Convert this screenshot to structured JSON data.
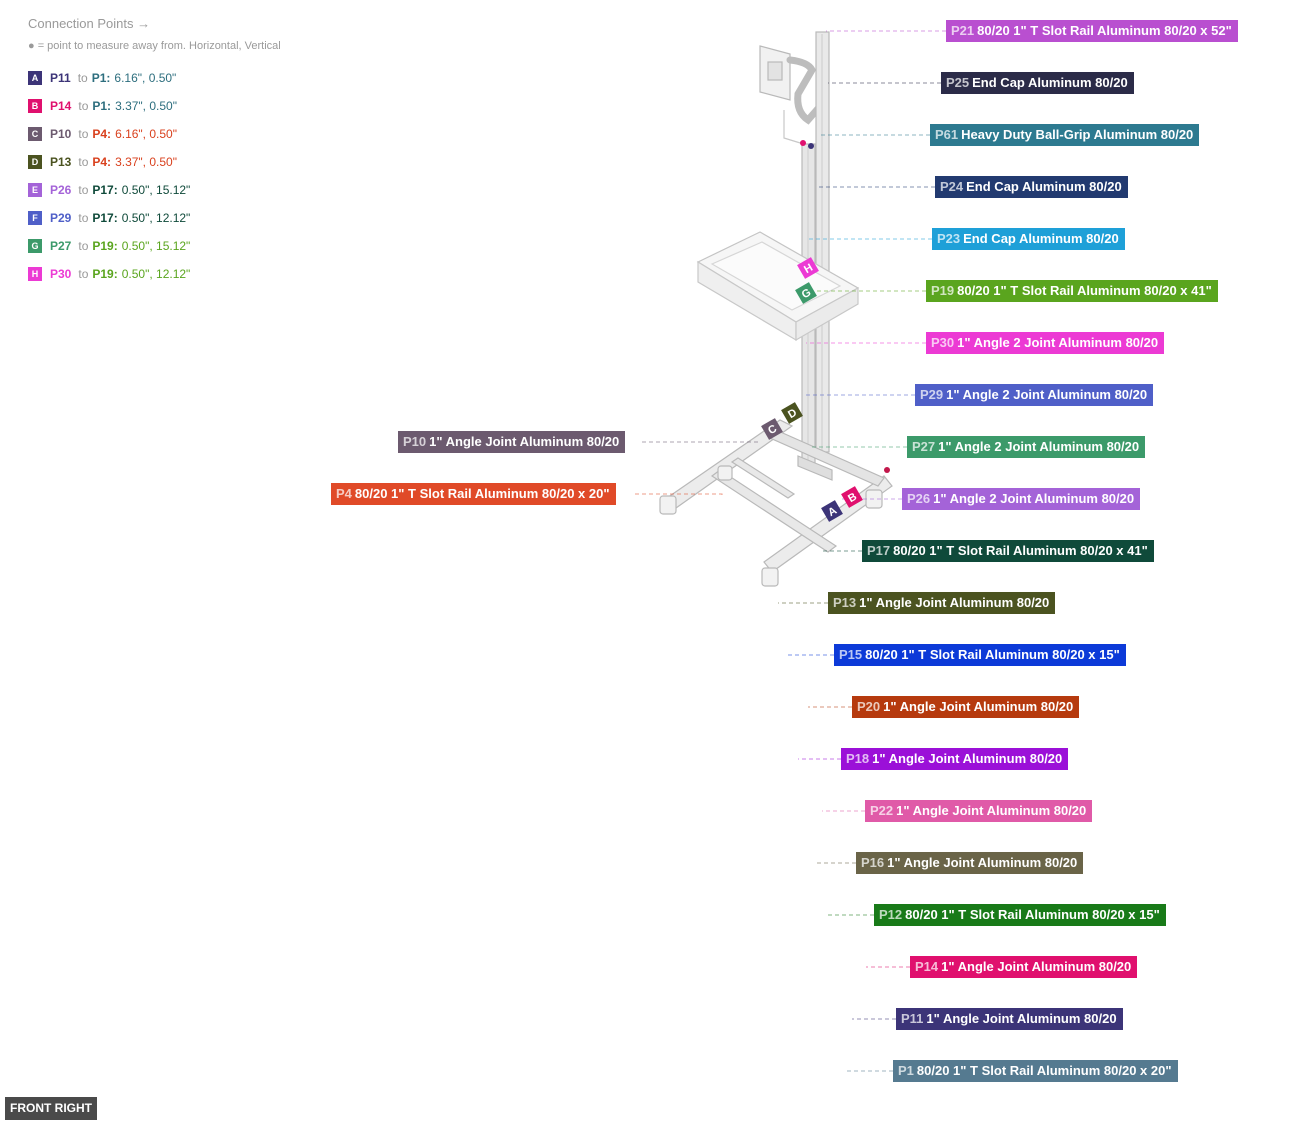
{
  "legend": {
    "title": "Connection Points →",
    "note": "● = point to measure away from. Horizontal, Vertical",
    "to_word": "to",
    "items": [
      {
        "letter": "A",
        "from": "P11",
        "target": "P1:",
        "dims": "6.16\", 0.50\"",
        "color": "#3c3478",
        "text_color": "#2d6e7e"
      },
      {
        "letter": "B",
        "from": "P14",
        "target": "P1:",
        "dims": "3.37\", 0.50\"",
        "color": "#e0106e",
        "text_color": "#2d6e7e"
      },
      {
        "letter": "C",
        "from": "P10",
        "target": "P4:",
        "dims": "6.16\", 0.50\"",
        "color": "#6c5a6f",
        "text_color": "#d9411e"
      },
      {
        "letter": "D",
        "from": "P13",
        "target": "P4:",
        "dims": "3.37\", 0.50\"",
        "color": "#4b5320",
        "text_color": "#d9411e"
      },
      {
        "letter": "E",
        "from": "P26",
        "target": "P17:",
        "dims": "0.50\", 15.12\"",
        "color": "#a463d8",
        "text_color": "#0f4a3a"
      },
      {
        "letter": "F",
        "from": "P29",
        "target": "P17:",
        "dims": "0.50\", 12.12\"",
        "color": "#4f5fc8",
        "text_color": "#0f4a3a"
      },
      {
        "letter": "G",
        "from": "P27",
        "target": "P19:",
        "dims": "0.50\", 15.12\"",
        "color": "#3c9a6a",
        "text_color": "#5aa51e"
      },
      {
        "letter": "H",
        "from": "P30",
        "target": "P19:",
        "dims": "0.50\", 12.12\"",
        "color": "#ec3ad4",
        "text_color": "#5aa51e"
      }
    ]
  },
  "callouts": [
    {
      "id": "P21",
      "name": "80/20 1\" T Slot Rail Aluminum 80/20 x 52\"",
      "color": "#b94fd0"
    },
    {
      "id": "P25",
      "name": "End Cap Aluminum 80/20",
      "color": "#2b2b48"
    },
    {
      "id": "P61",
      "name": "Heavy Duty Ball-Grip Aluminum 80/20",
      "color": "#2d7a90"
    },
    {
      "id": "P24",
      "name": "End Cap Aluminum 80/20",
      "color": "#223a70"
    },
    {
      "id": "P23",
      "name": "End Cap Aluminum 80/20",
      "color": "#1ea0d8"
    },
    {
      "id": "P19",
      "name": "80/20 1\" T Slot Rail Aluminum 80/20 x 41\"",
      "color": "#5aa51e"
    },
    {
      "id": "P30",
      "name": "1\" Angle 2 Joint Aluminum 80/20",
      "color": "#ec3ad4"
    },
    {
      "id": "P29",
      "name": "1\" Angle 2 Joint Aluminum 80/20",
      "color": "#4f5fc8"
    },
    {
      "id": "P27",
      "name": "1\" Angle 2 Joint Aluminum 80/20",
      "color": "#3c9a6a"
    },
    {
      "id": "P26",
      "name": "1\" Angle 2 Joint Aluminum 80/20",
      "color": "#a463d8"
    },
    {
      "id": "P17",
      "name": "80/20 1\" T Slot Rail Aluminum 80/20 x 41\"",
      "color": "#0f4a3a"
    },
    {
      "id": "P13",
      "name": "1\" Angle Joint Aluminum 80/20",
      "color": "#4b5320"
    },
    {
      "id": "P15",
      "name": "80/20 1\" T Slot Rail Aluminum 80/20 x 15\"",
      "color": "#0c3ad8"
    },
    {
      "id": "P20",
      "name": "1\" Angle Joint Aluminum 80/20",
      "color": "#b63a0e"
    },
    {
      "id": "P18",
      "name": "1\" Angle Joint Aluminum 80/20",
      "color": "#9b10d8"
    },
    {
      "id": "P22",
      "name": "1\" Angle Joint Aluminum 80/20",
      "color": "#e05aa8"
    },
    {
      "id": "P16",
      "name": "1\" Angle Joint Aluminum 80/20",
      "color": "#6a6448"
    },
    {
      "id": "P12",
      "name": "80/20 1\" T Slot Rail Aluminum 80/20 x 15\"",
      "color": "#187a18"
    },
    {
      "id": "P14",
      "name": "1\" Angle Joint Aluminum 80/20",
      "color": "#e0106e"
    },
    {
      "id": "P11",
      "name": "1\" Angle Joint Aluminum 80/20",
      "color": "#3c3478"
    },
    {
      "id": "P1",
      "name": "80/20 1\" T Slot Rail Aluminum 80/20 x 20\"",
      "color": "#557a90"
    },
    {
      "id": "P10",
      "name": "1\" Angle Joint Aluminum 80/20",
      "color": "#6c5a6f"
    },
    {
      "id": "P4",
      "name": "80/20 1\" T Slot Rail Aluminum 80/20 x 20\"",
      "color": "#e04a28"
    }
  ],
  "markers": [
    "A",
    "B",
    "C",
    "D",
    "G",
    "H"
  ],
  "view_label": "FRONT RIGHT"
}
